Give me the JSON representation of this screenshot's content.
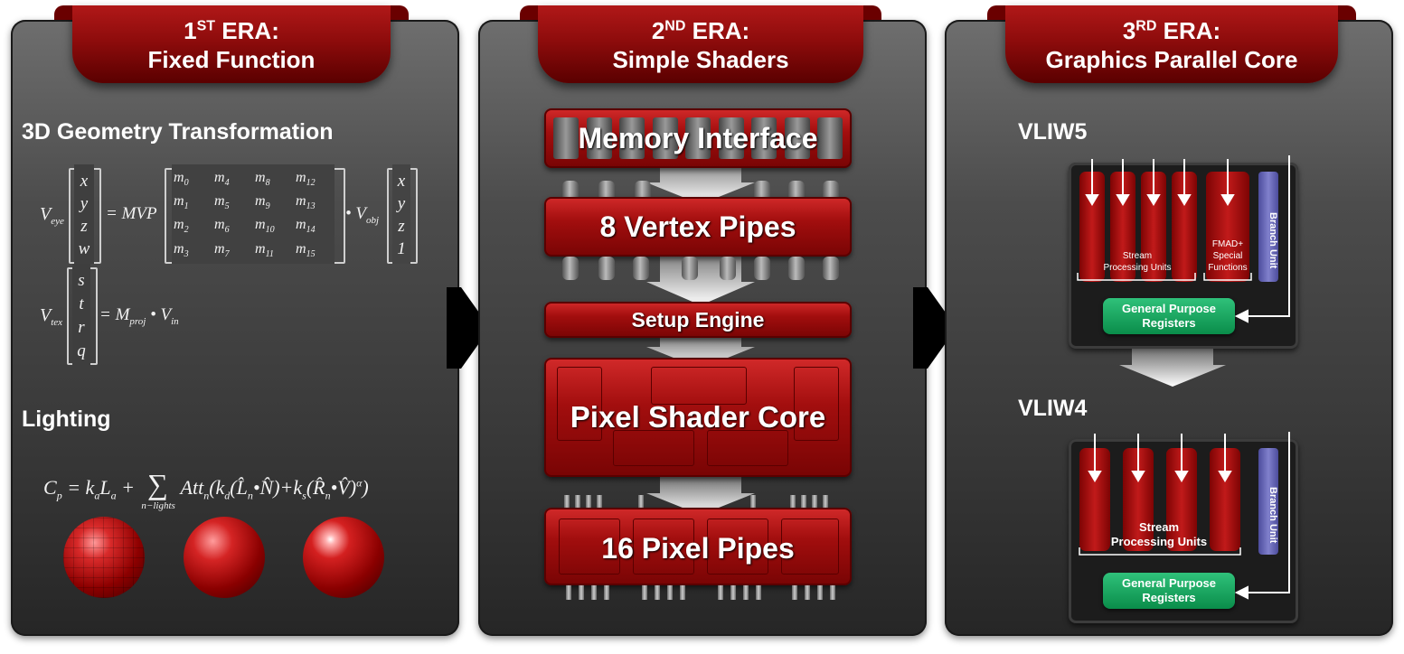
{
  "eras": [
    {
      "ord_num": "1",
      "ord_sup": "ST",
      "era_word": "ERA:",
      "subtitle": "Fixed Function"
    },
    {
      "ord_num": "2",
      "ord_sup": "ND",
      "era_word": "ERA:",
      "subtitle": "Simple Shaders"
    },
    {
      "ord_num": "3",
      "ord_sup": "RD",
      "era_word": "ERA:",
      "subtitle": "Graphics Parallel Core"
    }
  ],
  "era1": {
    "geometry_title": "3D Geometry Transformation",
    "lighting_title": "Lighting",
    "eq_veye": "V",
    "eq_veye_sub": "eye",
    "eq_mvp": "= MVP",
    "vec_xyzw": [
      "x",
      "y",
      "z",
      "w"
    ],
    "matrix": [
      [
        "m",
        "0"
      ],
      [
        "m",
        "4"
      ],
      [
        "m",
        "8"
      ],
      [
        "m",
        "12"
      ],
      [
        "m",
        "1"
      ],
      [
        "m",
        "5"
      ],
      [
        "m",
        "9"
      ],
      [
        "m",
        "13"
      ],
      [
        "m",
        "2"
      ],
      [
        "m",
        "6"
      ],
      [
        "m",
        "10"
      ],
      [
        "m",
        "14"
      ],
      [
        "m",
        "3"
      ],
      [
        "m",
        "7"
      ],
      [
        "m",
        "11"
      ],
      [
        "m",
        "15"
      ]
    ],
    "eq_vobj": "• V",
    "eq_vobj_sub": "obj",
    "vec_xyz1": [
      "x",
      "y",
      "z",
      "1"
    ],
    "eq_vtex": "V",
    "eq_vtex_sub": "tex",
    "vec_strq": [
      "s",
      "t",
      "r",
      "q"
    ],
    "eq_mproj": "= M",
    "eq_mproj_sub": "proj",
    "eq_vin": "• V",
    "eq_vin_sub": "in",
    "lighting_eq": "C",
    "lighting_eq_sub": "p",
    "lighting_eq_rest": "= k",
    "lighting_ka_sub": "a",
    "lighting_L": "L",
    "lighting_La_sub": "a",
    "lighting_plus": "+",
    "lighting_sum": "∑",
    "lighting_sum_sub": "n−lights",
    "lighting_tail": "Att",
    "lighting_tail_sub": "n",
    "lighting_tail2": "(k",
    "lighting_kd_sub": "d",
    "lighting_tail3": "(L̂",
    "lighting_L_sub": "n",
    "lighting_tail4": "•N̂)+k",
    "lighting_ks_sub": "s",
    "lighting_tail5": "(R̂",
    "lighting_R_sub": "n",
    "lighting_tail6": "•V̂)",
    "lighting_alpha": "α",
    "lighting_close": ")"
  },
  "era2": {
    "memory_interface": "Memory Interface",
    "vertex_pipes": "8 Vertex Pipes",
    "setup_engine": "Setup Engine",
    "pixel_shader_core": "Pixel Shader Core",
    "pixel_pipes": "16 Pixel Pipes"
  },
  "era3": {
    "vliw5": "VLIW5",
    "vliw4": "VLIW4",
    "branch_unit": "Branch Unit",
    "stream_units_5": [
      "Stream",
      "Processing Units"
    ],
    "fmad": [
      "FMAD+",
      "Special",
      "Functions"
    ],
    "gpr": [
      "General Purpose",
      "Registers"
    ],
    "stream_units_4": [
      "Stream",
      "Processing Units"
    ]
  },
  "colors": {
    "banner_red": "#8e0c0c",
    "block_red": "#a20e0e",
    "gpr_green": "#0a8d4a",
    "branch_blue": "#6464b4"
  }
}
